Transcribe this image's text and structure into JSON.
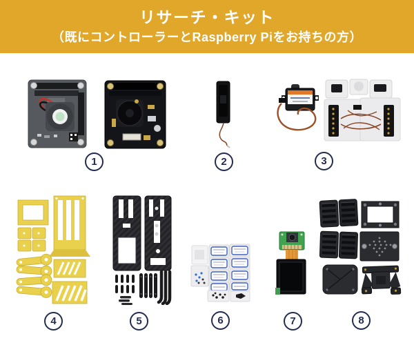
{
  "banner": {
    "title": "リサーチ・キット",
    "subtitle": "（既にコントローラーとRaspberry Piをお持ちの方）"
  },
  "colors": {
    "banner_bg": "#E0A72B",
    "banner_text": "#FFFFFF",
    "badge": "#232C4E",
    "background": "#FFFFFF",
    "yellow_parts": "#E9D14D",
    "carbon_parts": "#232326"
  },
  "items": [
    {
      "number": "1",
      "icon": "controller-fan-boards-photo"
    },
    {
      "number": "2",
      "icon": "antenna-stick-photo"
    },
    {
      "number": "3",
      "icon": "servo-and-cable-bags-photo"
    },
    {
      "number": "4",
      "icon": "yellow-frame-parts-photo"
    },
    {
      "number": "5",
      "icon": "carbon-frame-parts-photo"
    },
    {
      "number": "6",
      "icon": "screw-bags-photo"
    },
    {
      "number": "7",
      "icon": "camera-module-photo"
    },
    {
      "number": "8",
      "icon": "black-plastic-parts-photo"
    }
  ]
}
